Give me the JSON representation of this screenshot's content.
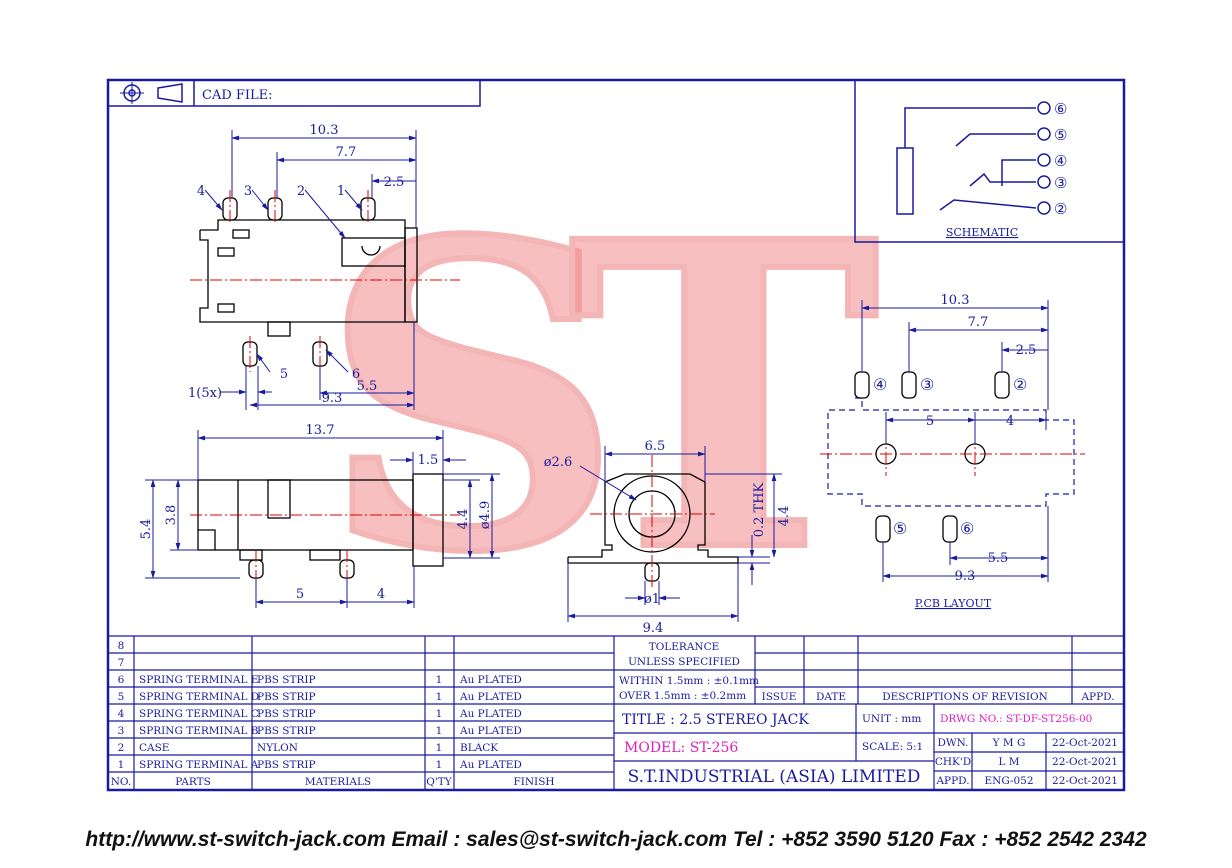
{
  "colors": {
    "border": "#1a1aa0",
    "outline": "#000000",
    "dim": "#1a1aa0",
    "center": "#dd0000",
    "watermark": "#f08a8a",
    "model": "#e020c0",
    "dwg": "#e020c0"
  },
  "header": {
    "cad_file": "CAD FILE:"
  },
  "watermark": {
    "text": "ST"
  },
  "schematic": {
    "label": "SCHEMATIC",
    "pins": [
      "⑥",
      "⑤",
      "④",
      "③",
      "②"
    ]
  },
  "pcb": {
    "label": "P.CB LAYOUT",
    "pins": {
      "p4": "④",
      "p3": "③",
      "p2": "②",
      "p5": "⑤",
      "p6": "⑥"
    },
    "dims": {
      "d103": "10.3",
      "d77": "7.7",
      "d25": "2.5",
      "d5": "5",
      "d4": "4",
      "d55": "5.5",
      "d93": "9.3"
    }
  },
  "top_view": {
    "dims": {
      "d103": "10.3",
      "d77": "7.7",
      "d25": "2.5",
      "d55": "5.5",
      "d93": "9.3",
      "d1x5": "1(5x)"
    },
    "labels": {
      "l4": "4",
      "l3": "3",
      "l2": "2",
      "l1": "1",
      "l5": "5",
      "l6": "6"
    }
  },
  "side_view": {
    "dims": {
      "d137": "13.7",
      "d15": "1.5",
      "d54": "5.4",
      "d38": "3.8",
      "d44": "4.4",
      "d49": "ø4.9",
      "d5": "5",
      "d4": "4"
    }
  },
  "front_view": {
    "dims": {
      "d65": "6.5",
      "d26": "ø2.6",
      "d1": "ø1",
      "d94": "9.4",
      "d02": "0.2 THK",
      "d44": "4.4"
    }
  },
  "parts_table": {
    "headers": {
      "no": "NO.",
      "parts": "PARTS",
      "materials": "MATERIALS",
      "qty": "Q'TY",
      "finish": "FINISH"
    },
    "rows": [
      {
        "no": "8",
        "part": "",
        "material": "",
        "qty": "",
        "finish": ""
      },
      {
        "no": "7",
        "part": "",
        "material": "",
        "qty": "",
        "finish": ""
      },
      {
        "no": "6",
        "part": "SPRING TERMINAL E",
        "material": "PBS STRIP",
        "qty": "1",
        "finish": "Au PLATED"
      },
      {
        "no": "5",
        "part": "SPRING TERMINAL D",
        "material": "PBS STRIP",
        "qty": "1",
        "finish": "Au PLATED"
      },
      {
        "no": "4",
        "part": "SPRING TERMINAL C",
        "material": "PBS STRIP",
        "qty": "1",
        "finish": "Au PLATED"
      },
      {
        "no": "3",
        "part": "SPRING TERMINAL B",
        "material": "PBS STRIP",
        "qty": "1",
        "finish": "Au PLATED"
      },
      {
        "no": "2",
        "part": "CASE",
        "material": "NYLON",
        "qty": "1",
        "finish": "BLACK"
      },
      {
        "no": "1",
        "part": "SPRING TERMINAL A",
        "material": "PBS STRIP",
        "qty": "1",
        "finish": "Au PLATED"
      }
    ]
  },
  "title_block": {
    "tolerance": "TOLERANCE",
    "unless": "UNLESS  SPECIFIED",
    "within": "WITHIN  1.5mm : ±0.1mm",
    "over": "OVER   1.5mm : ±0.2mm",
    "issue": "ISSUE",
    "date": "DATE",
    "desc": "DESCRIPTIONS  OF  REVISION",
    "appd_head": "APPD.",
    "title": "TITLE : 2.5  STEREO  JACK",
    "unit": "UNIT :  mm",
    "dwg_no": "DRWG  NO.: ST-DF-ST256-00",
    "model": "MODEL: ST-256",
    "scale": "SCALE:  5:1",
    "dwn": "DWN.",
    "dwn_name": "Y M G",
    "dwn_date": "22-Oct-2021",
    "company": "S.T.INDUSTRIAL  (ASIA)  LIMITED",
    "chkd": "CHK'D",
    "chkd_name": "L M",
    "chkd_date": "22-Oct-2021",
    "appd": "APPD.",
    "appd_name": "ENG-052",
    "appd_date": "22-Oct-2021"
  },
  "footer": {
    "contact": "http://www.st-switch-jack.com  Email : sales@st-switch-jack.com  Tel : +852 3590 5120  Fax : +852 2542 2342"
  }
}
